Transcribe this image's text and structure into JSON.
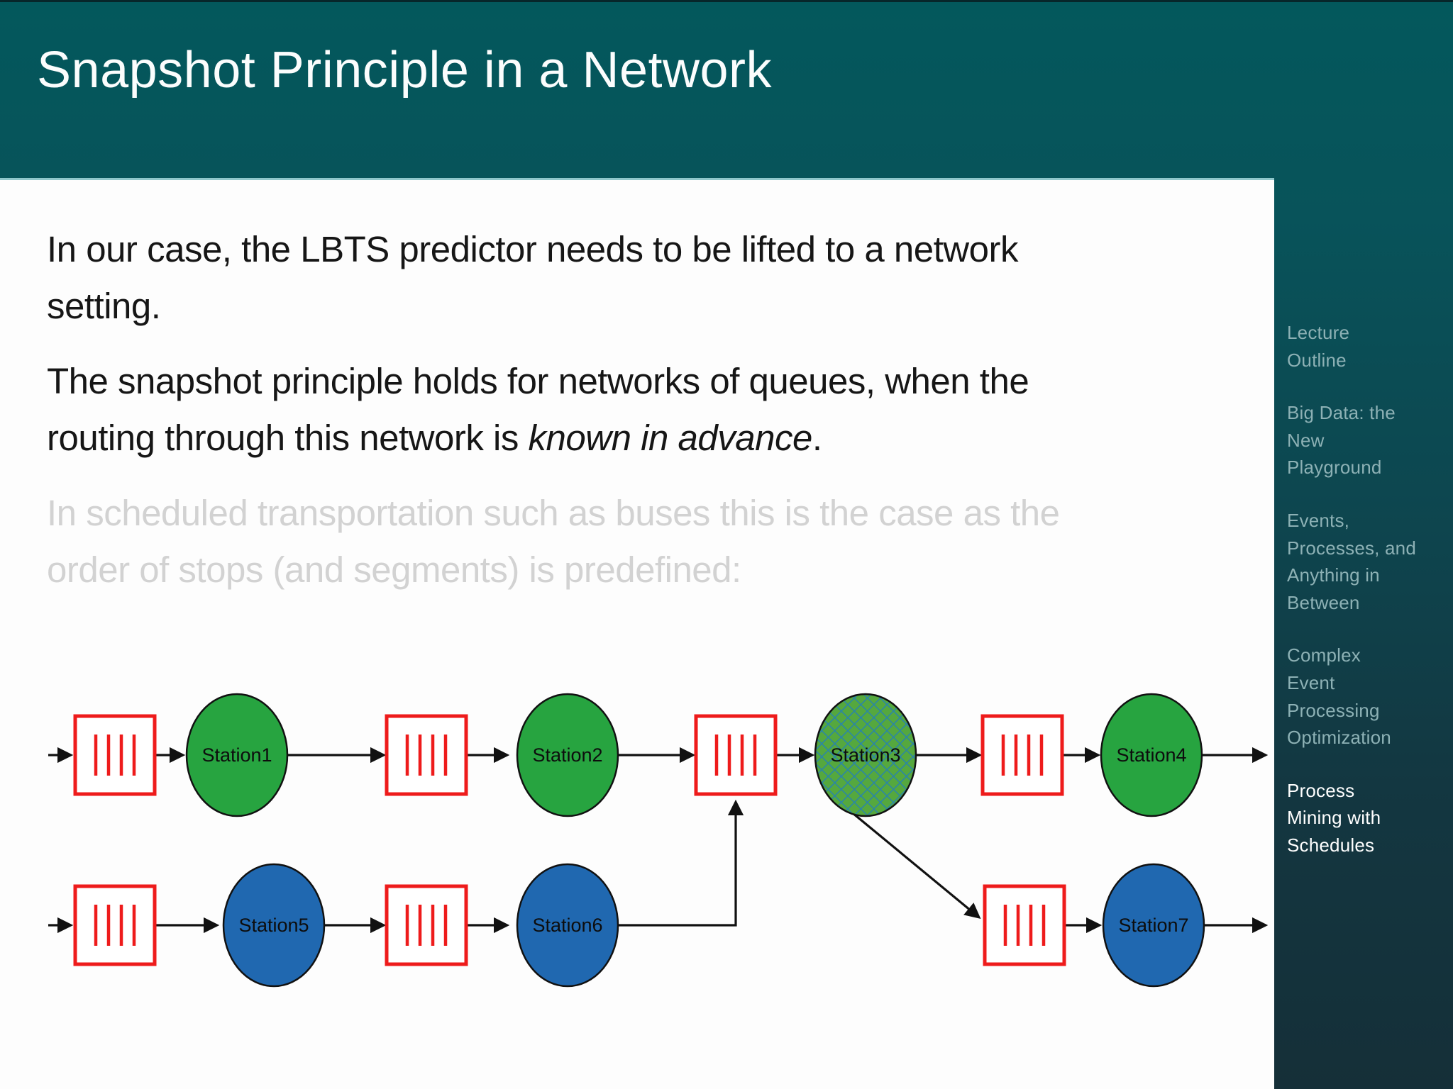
{
  "slide": {
    "title": "Snapshot Principle in a Network",
    "paragraphs": {
      "p1": "In our case, the LBTS predictor needs to be lifted to a network\nsetting.",
      "p2_prefix": "The snapshot principle holds for networks of queues, when the\nrouting through this network is ",
      "p2_italic": "known in advance",
      "p2_suffix": ".",
      "p3": "In scheduled transportation such as buses this is the case as the\norder of stops (and segments) is predefined:"
    }
  },
  "sidebar": {
    "items": [
      {
        "label": "Lecture\nOutline",
        "active": false
      },
      {
        "label": "Big Data: the\nNew\nPlayground",
        "active": false
      },
      {
        "label": "Events,\nProcesses, and\nAnything in\nBetween",
        "active": false
      },
      {
        "label": "Complex\nEvent\nProcessing\nOptimization",
        "active": false
      },
      {
        "label": "Process\nMining with\nSchedules",
        "active": true
      }
    ]
  },
  "diagram": {
    "stations": [
      {
        "label": "Station1",
        "variant": "green"
      },
      {
        "label": "Station2",
        "variant": "green"
      },
      {
        "label": "Station3",
        "variant": "green-hatched"
      },
      {
        "label": "Station4",
        "variant": "green"
      },
      {
        "label": "Station5",
        "variant": "blue"
      },
      {
        "label": "Station6",
        "variant": "blue"
      },
      {
        "label": "Station7",
        "variant": "blue"
      }
    ],
    "colors": {
      "station_green": "#27a440",
      "station_blue": "#2068b0",
      "queue_border_red": "#ee1b1b",
      "connector_black": "#111111",
      "hatch_base_green": "#55a83e",
      "hatch_line_teal": "#2a85a8"
    }
  }
}
